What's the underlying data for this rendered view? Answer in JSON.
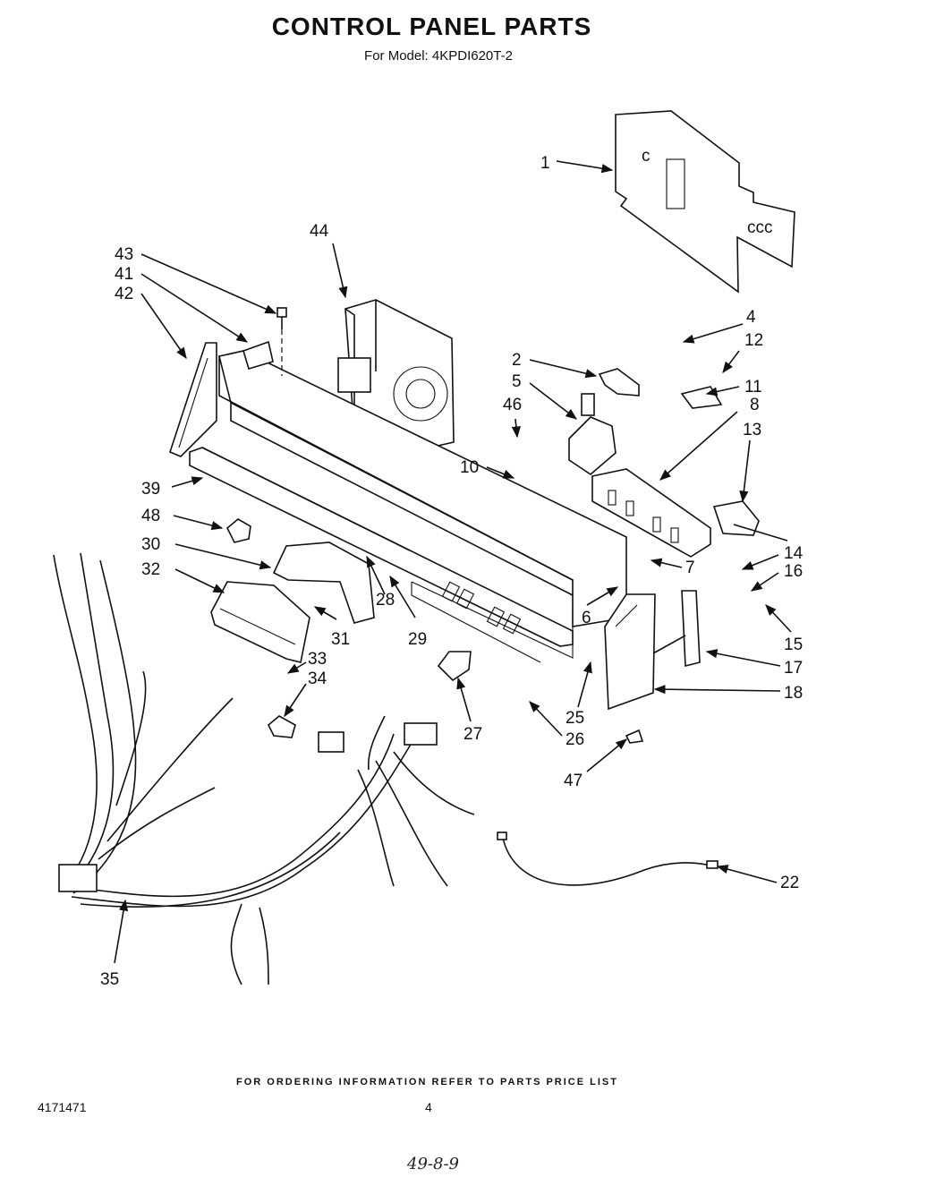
{
  "header": {
    "title": "CONTROL PANEL PARTS",
    "subtitle": "For Model: 4KPDI620T-2"
  },
  "callouts": [
    {
      "id": "1",
      "text": "1"
    },
    {
      "id": "2",
      "text": "2"
    },
    {
      "id": "4",
      "text": "4"
    },
    {
      "id": "5",
      "text": "5"
    },
    {
      "id": "6",
      "text": "6"
    },
    {
      "id": "7",
      "text": "7"
    },
    {
      "id": "8",
      "text": "8"
    },
    {
      "id": "10",
      "text": "10"
    },
    {
      "id": "11",
      "text": "11"
    },
    {
      "id": "12",
      "text": "12"
    },
    {
      "id": "13",
      "text": "13"
    },
    {
      "id": "14",
      "text": "14"
    },
    {
      "id": "15",
      "text": "15"
    },
    {
      "id": "16",
      "text": "16"
    },
    {
      "id": "17",
      "text": "17"
    },
    {
      "id": "18",
      "text": "18"
    },
    {
      "id": "22",
      "text": "22"
    },
    {
      "id": "25",
      "text": "25"
    },
    {
      "id": "26",
      "text": "26"
    },
    {
      "id": "27",
      "text": "27"
    },
    {
      "id": "28",
      "text": "28"
    },
    {
      "id": "29",
      "text": "29"
    },
    {
      "id": "30",
      "text": "30"
    },
    {
      "id": "31",
      "text": "31"
    },
    {
      "id": "32",
      "text": "32"
    },
    {
      "id": "33",
      "text": "33"
    },
    {
      "id": "34",
      "text": "34"
    },
    {
      "id": "35",
      "text": "35"
    },
    {
      "id": "39",
      "text": "39"
    },
    {
      "id": "41",
      "text": "41"
    },
    {
      "id": "42",
      "text": "42"
    },
    {
      "id": "43",
      "text": "43"
    },
    {
      "id": "44",
      "text": "44"
    },
    {
      "id": "46",
      "text": "46"
    },
    {
      "id": "47",
      "text": "47"
    },
    {
      "id": "48",
      "text": "48"
    }
  ],
  "footer": {
    "ordering_note": "FOR ORDERING INFORMATION REFER TO PARTS PRICE LIST",
    "doc_number": "4171471",
    "page_number": "4",
    "handwritten_mark": "49-8-9"
  }
}
